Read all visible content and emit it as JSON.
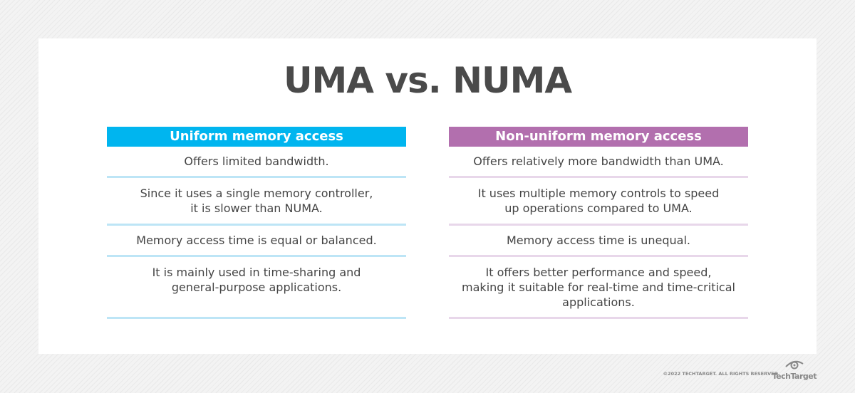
{
  "title": "UMA vs. NUMA",
  "colors": {
    "uma": "#00b5ef",
    "numa": "#b26fae"
  },
  "uma": {
    "header": "Uniform memory access",
    "rows": [
      "Offers limited bandwidth.",
      "Since it uses a single memory controller,\nit is slower than NUMA.",
      "Memory access time is equal or balanced.",
      "It is mainly used in time-sharing and\ngeneral-purpose applications."
    ]
  },
  "numa": {
    "header": "Non-uniform memory access",
    "rows": [
      "Offers relatively more bandwidth than UMA.",
      "It uses multiple memory controls to speed\nup operations compared to UMA.",
      "Memory access time is unequal.",
      "It offers better performance and speed,\nmaking it suitable for real-time and time-critical\napplications."
    ]
  },
  "footer": {
    "copyright": "©2022 TECHTARGET. ALL RIGHTS RESERVED",
    "logo": "TechTarget"
  }
}
